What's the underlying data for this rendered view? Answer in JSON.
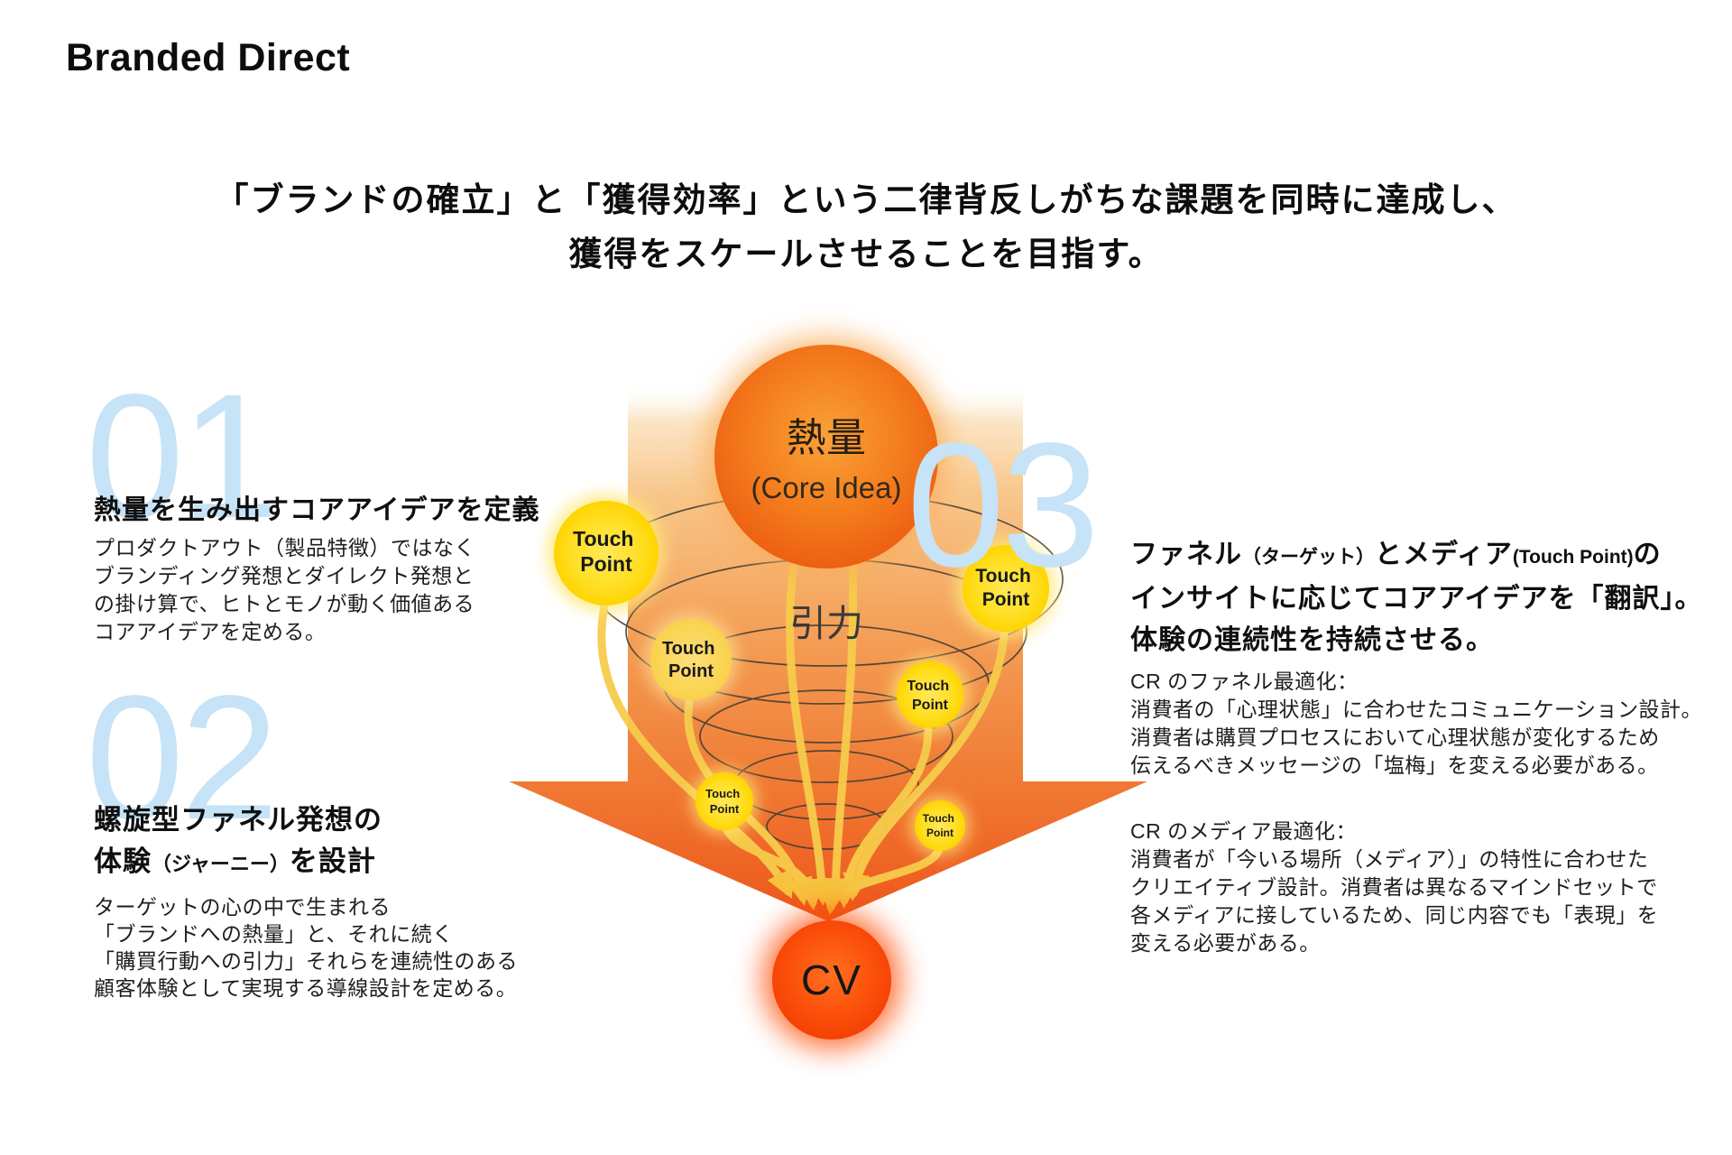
{
  "header": {
    "title": "Branded Direct"
  },
  "subtitle": {
    "line1": "「ブランドの確立」と「獲得効率」という二律背反しがちな課題を同時に達成し、",
    "line2": "獲得をスケールさせることを目指す。"
  },
  "sections": [
    {
      "number": "01",
      "heading": "熱量を生み出すコアアイデアを定義",
      "body": "プロダクトアウト（製品特徴）ではなく\nブランディング発想とダイレクト発想と\nの掛け算で、ヒトとモノが動く価値ある\nコアアイデアを定める。"
    },
    {
      "number": "02",
      "heading_line1": "螺旋型ファネル発想の",
      "heading_line2_pre": "体験",
      "heading_line2_small": "（ジャーニー）",
      "heading_line2_post": "を設計",
      "body": "ターゲットの心の中で生まれる\n「ブランドへの熱量」と、それに続く\n「購買行動への引力」それらを連続性のある\n顧客体験として実現する導線設計を定める。"
    },
    {
      "number": "03",
      "heading_p1": "ファネル",
      "heading_small1": "（ターゲット）",
      "heading_p2": "とメディア",
      "heading_small2": "(Touch Point)",
      "heading_p3": "の",
      "heading_line2": "インサイトに応じてコアアイデアを「翻訳」。",
      "heading_line3": "体験の連続性を持続させる。",
      "body1": "CR のファネル最適化：\n消費者の「心理状態」に合わせたコミュニケーション設計。\n消費者は購買プロセスにおいて心理状態が変化するため\n伝えるべきメッセージの「塩梅」を変える必要がある。",
      "body2": "CR のメディア最適化：\n消費者が「今いる場所（メディア）」の特性に合わせた\nクリエイティブ設計。消費者は異なるマインドセットで\n各メディアに接しているため、同じ内容でも「表現」を\n変える必要がある。"
    }
  ],
  "diagram": {
    "core": {
      "label_ja": "熱量",
      "label_en": "(Core Idea)"
    },
    "gravity_label": "引力",
    "cv_label": "CV",
    "touch_point": {
      "line1": "Touch",
      "line2": "Point"
    },
    "colors": {
      "number_blue": "#C6E3F7",
      "core_orange": "#F1731B",
      "arrow_orange": "#ED561B",
      "touchpoint_yellow": "#FFDE1F",
      "flow_arrow_yellow": "#F7CC4B",
      "cv_red": "#F63F05"
    }
  }
}
